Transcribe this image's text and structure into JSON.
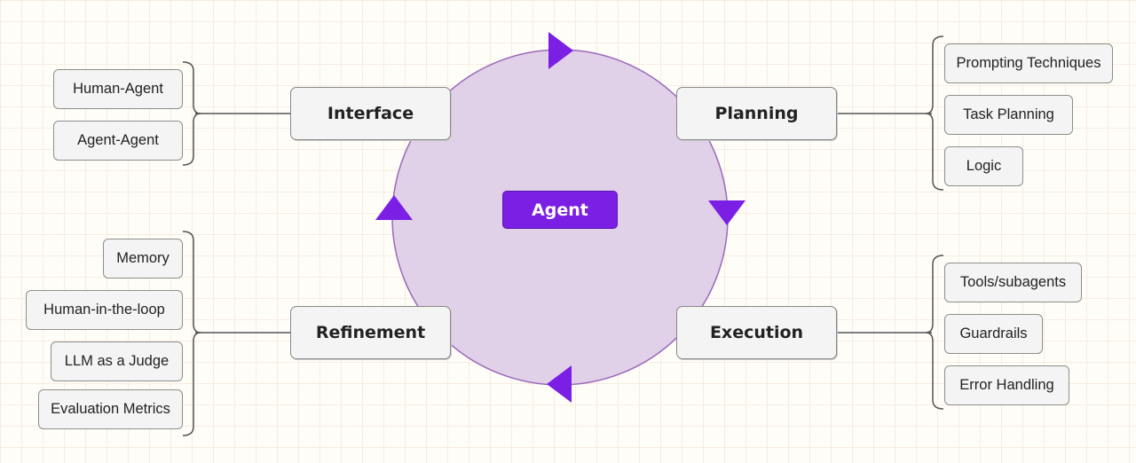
{
  "colors": {
    "circle_fill": "#e0d0e8",
    "circle_stroke": "#9a6ab8",
    "arrow": "#7b1fe5",
    "center_fill": "#7b1fe5"
  },
  "center": {
    "label": "Agent"
  },
  "hubs": {
    "interface": {
      "label": "Interface"
    },
    "planning": {
      "label": "Planning"
    },
    "refinement": {
      "label": "Refinement"
    },
    "execution": {
      "label": "Execution"
    }
  },
  "interface_items": [
    "Human-Agent",
    "Agent-Agent"
  ],
  "planning_items": [
    "Prompting Techniques",
    "Task Planning",
    "Logic"
  ],
  "refinement_items": [
    "Memory",
    "Human-in-the-loop",
    "LLM as a Judge",
    "Evaluation Metrics"
  ],
  "execution_items": [
    "Tools/subagents",
    "Guardrails",
    "Error Handling"
  ]
}
